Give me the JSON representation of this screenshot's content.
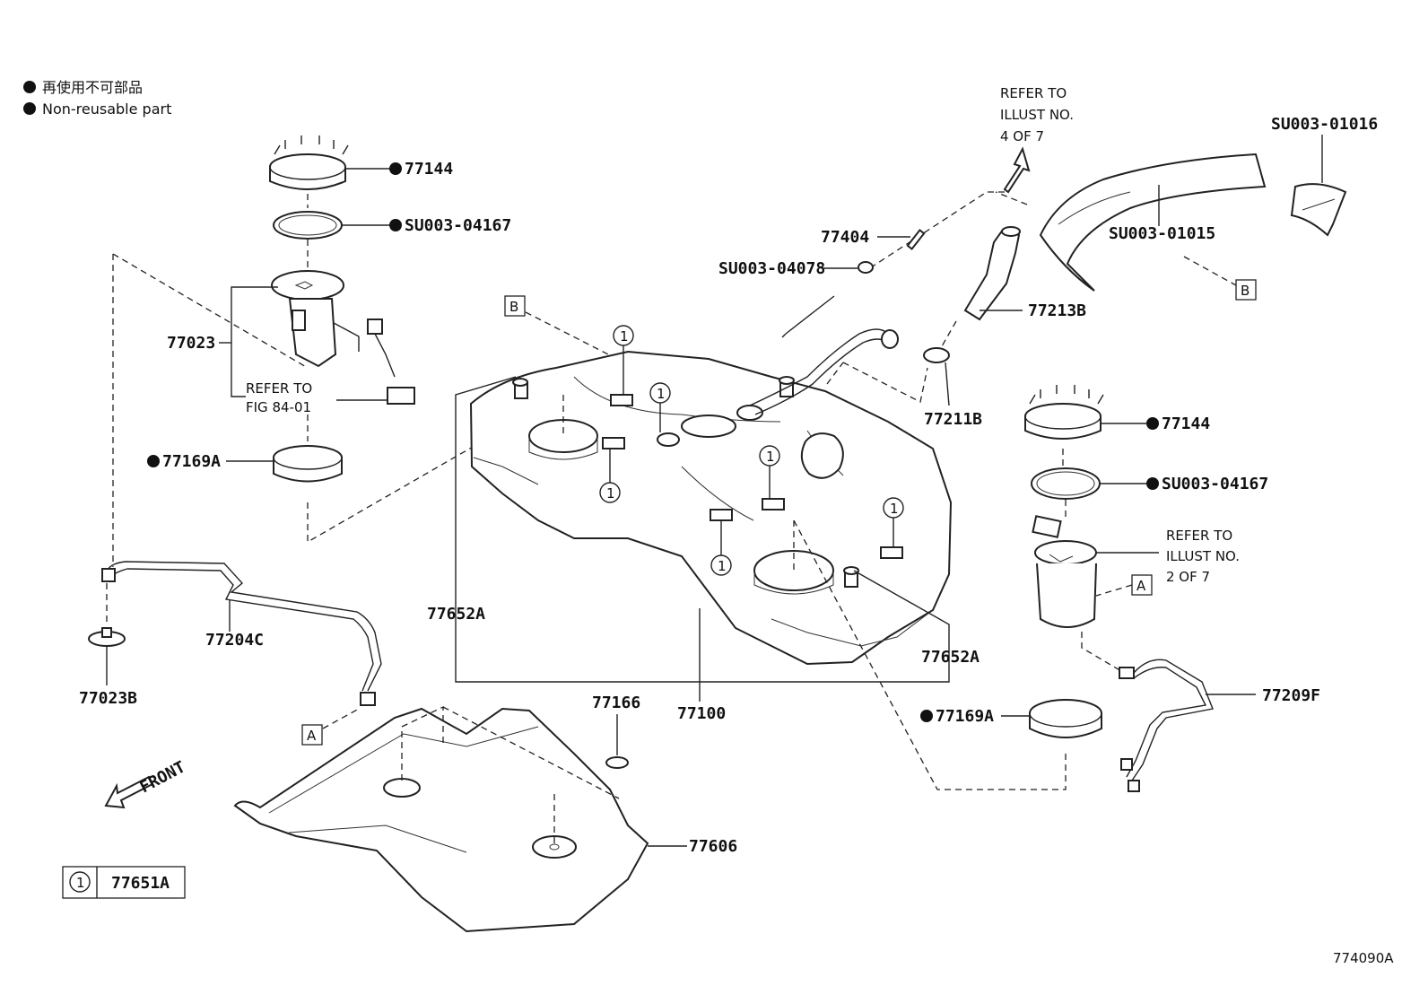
{
  "legend": {
    "jp_text": "再使用不可部品",
    "en_text": "Non-reusable part"
  },
  "parts": {
    "p77144_left": "77144",
    "p_su003_04167_left": "SU003-04167",
    "p77023": "77023",
    "p77169a_left": "77169A",
    "p77204c": "77204C",
    "p77023b": "77023B",
    "p77606": "77606",
    "p77166": "77166",
    "p77100": "77100",
    "p77652a_left": "77652A",
    "p77652a_right": "77652A",
    "p77404": "77404",
    "p_su003_04078": "SU003-04078",
    "p77213b": "77213B",
    "p77211b": "77211B",
    "p_su003_01016": "SU003-01016",
    "p_su003_01015": "SU003-01015",
    "p77144_right": "77144",
    "p_su003_04167_right": "SU003-04167",
    "p77169a_right": "77169A",
    "p77209f": "77209F"
  },
  "refer_notes": {
    "fig_line1": "REFER TO",
    "fig_line2": "FIG 84-01",
    "illust4_line1": "REFER TO",
    "illust4_line2": "ILLUST NO.",
    "illust4_line3": "4 OF 7",
    "illust2_line1": "REFER TO",
    "illust2_line2": "ILLUST NO.",
    "illust2_line3": "2 OF 7"
  },
  "ref_boxes": {
    "a": "A",
    "b": "B"
  },
  "circle_mark": "1",
  "key_table": {
    "symbol": "1",
    "part": "77651A"
  },
  "front_label": "FRONT",
  "illustration_id": "774090A"
}
